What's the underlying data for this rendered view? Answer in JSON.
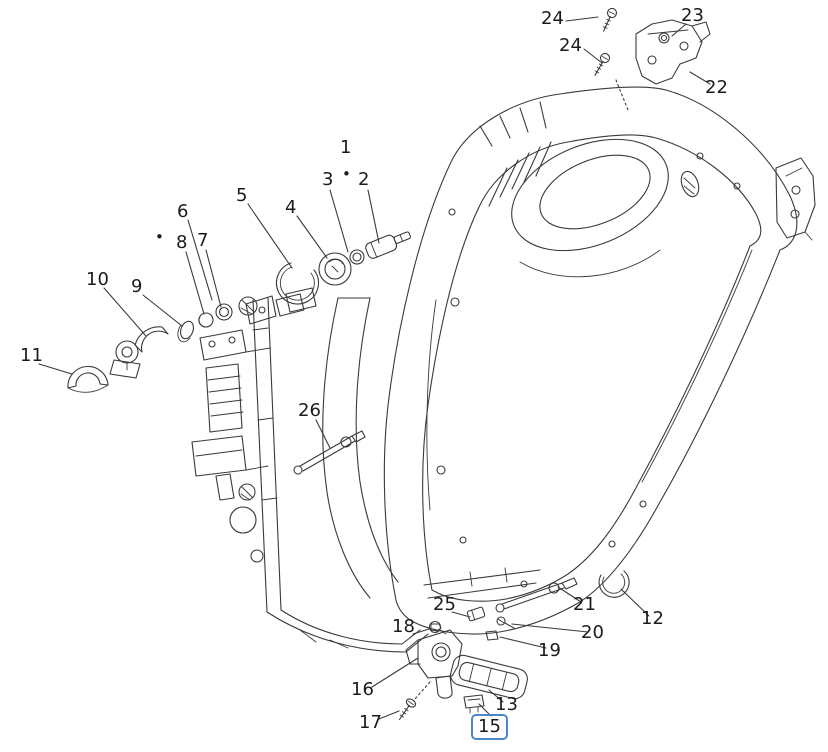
{
  "diagram": {
    "type": "exploded-parts-diagram",
    "line_color": "#3a3a3a",
    "highlight_color": "#4b87c9",
    "background": "#ffffff",
    "selected_part": "15",
    "callouts": [
      {
        "id": "c24a",
        "label": "24"
      },
      {
        "id": "c23",
        "label": "23"
      },
      {
        "id": "c24b",
        "label": "24"
      },
      {
        "id": "c22",
        "label": "22"
      },
      {
        "id": "c1",
        "label": "1"
      },
      {
        "id": "c3",
        "label": "3"
      },
      {
        "id": "dot1",
        "label": "•"
      },
      {
        "id": "c2",
        "label": "2"
      },
      {
        "id": "c5",
        "label": "5"
      },
      {
        "id": "c4",
        "label": "4"
      },
      {
        "id": "c6",
        "label": "6"
      },
      {
        "id": "dot2",
        "label": "•"
      },
      {
        "id": "c8",
        "label": "8"
      },
      {
        "id": "c7",
        "label": "7"
      },
      {
        "id": "c10",
        "label": "10"
      },
      {
        "id": "c9",
        "label": "9"
      },
      {
        "id": "c11",
        "label": "11"
      },
      {
        "id": "c26",
        "label": "26"
      },
      {
        "id": "c25",
        "label": "25"
      },
      {
        "id": "c18",
        "label": "18"
      },
      {
        "id": "c21",
        "label": "21"
      },
      {
        "id": "c12",
        "label": "12"
      },
      {
        "id": "c20",
        "label": "20"
      },
      {
        "id": "c19",
        "label": "19"
      },
      {
        "id": "c16",
        "label": "16"
      },
      {
        "id": "c13",
        "label": "13"
      },
      {
        "id": "c17",
        "label": "17"
      },
      {
        "id": "c15",
        "label": "15",
        "highlighted": true
      }
    ]
  }
}
